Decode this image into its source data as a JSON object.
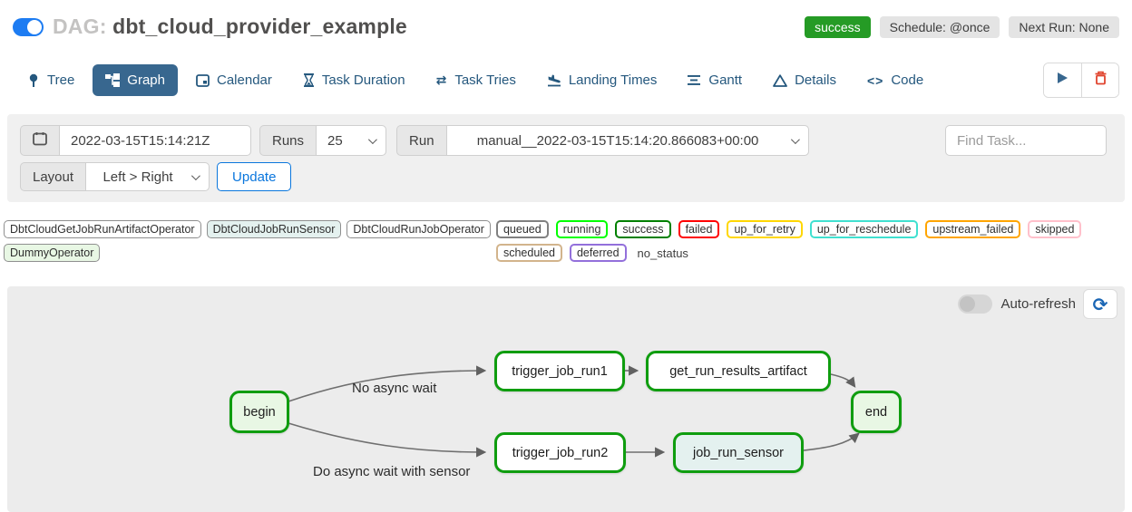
{
  "header": {
    "dag_prefix": "DAG:",
    "dag_title": "dbt_cloud_provider_example",
    "state_badge": "success",
    "schedule_badge": "Schedule: @once",
    "next_run_badge": "Next Run: None",
    "state_badge_color": "#259b25"
  },
  "tabs": [
    {
      "label": "Tree",
      "icon": "pin-icon"
    },
    {
      "label": "Graph",
      "icon": "graph-icon",
      "active": true
    },
    {
      "label": "Calendar",
      "icon": "calendar-icon"
    },
    {
      "label": "Task Duration",
      "icon": "hourglass-icon"
    },
    {
      "label": "Task Tries",
      "icon": "repeat-icon",
      "glyph": "⇄"
    },
    {
      "label": "Landing Times",
      "icon": "plane-landing-icon"
    },
    {
      "label": "Gantt",
      "icon": "gantt-bars-icon"
    },
    {
      "label": "Details",
      "icon": "triangle-icon"
    },
    {
      "label": "Code",
      "icon": "code-icon",
      "glyph": "<>"
    }
  ],
  "filters": {
    "base_date_value": "2022-03-15T15:14:21Z",
    "runs_label": "Runs",
    "runs_value": "25",
    "run_label": "Run",
    "run_value": "manual__2022-03-15T15:14:20.866083+00:00",
    "find_task_placeholder": "Find Task...",
    "layout_label": "Layout",
    "layout_value": "Left > Right",
    "update_label": "Update"
  },
  "legend": {
    "operators": [
      {
        "label": "DbtCloudGetJobRunArtifactOperator",
        "fill": "#ffffff"
      },
      {
        "label": "DbtCloudJobRunSensor",
        "fill": "#e4f1ef"
      },
      {
        "label": "DbtCloudRunJobOperator",
        "fill": "#ffffff"
      },
      {
        "label": "DummyOperator",
        "fill": "#e8f7e4"
      }
    ],
    "states": [
      {
        "label": "queued",
        "border": "#808080"
      },
      {
        "label": "running",
        "border": "#00ff00"
      },
      {
        "label": "success",
        "border": "#008000"
      },
      {
        "label": "failed",
        "border": "#ff0000"
      },
      {
        "label": "up_for_retry",
        "border": "#ffd700"
      },
      {
        "label": "up_for_reschedule",
        "border": "#40e0d0"
      },
      {
        "label": "upstream_failed",
        "border": "#ffa500"
      },
      {
        "label": "skipped",
        "border": "#ffc0cb"
      },
      {
        "label": "scheduled",
        "border": "#d2b48c"
      },
      {
        "label": "deferred",
        "border": "#9370db"
      }
    ],
    "no_status_label": "no_status"
  },
  "graph": {
    "auto_refresh_label": "Auto-refresh",
    "refresh_glyph": "⟳",
    "nodes": [
      {
        "id": "begin",
        "label": "begin",
        "fill": "#e8f7e4",
        "border": "#0f9d0f"
      },
      {
        "id": "trigger_job_run1",
        "label": "trigger_job_run1",
        "fill": "#ffffff",
        "border": "#0f9d0f"
      },
      {
        "id": "get_run_results_artifact",
        "label": "get_run_results_artifact",
        "fill": "#ffffff",
        "border": "#0f9d0f"
      },
      {
        "id": "end",
        "label": "end",
        "fill": "#e8f7e4",
        "border": "#0f9d0f"
      },
      {
        "id": "trigger_job_run2",
        "label": "trigger_job_run2",
        "fill": "#ffffff",
        "border": "#0f9d0f"
      },
      {
        "id": "job_run_sensor",
        "label": "job_run_sensor",
        "fill": "#e4f1ef",
        "border": "#0f9d0f"
      }
    ],
    "edge_labels": [
      "No async wait",
      "Do async wait with sensor"
    ]
  }
}
